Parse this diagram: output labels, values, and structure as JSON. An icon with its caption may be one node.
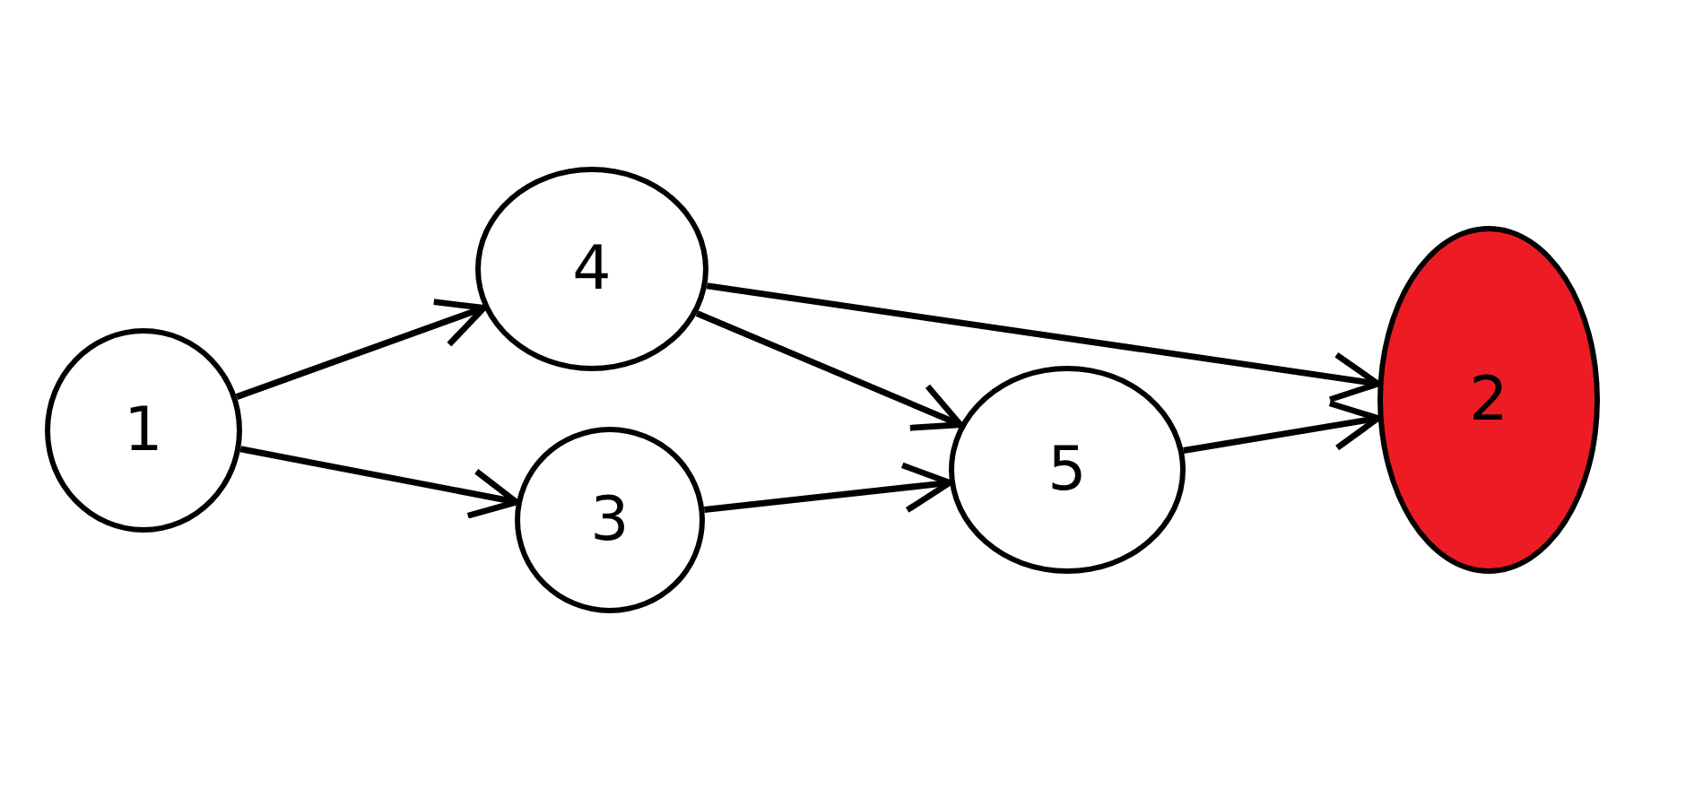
{
  "diagram": {
    "nodes": [
      {
        "text": [
          "1"
        ]
      },
      {
        "text": [
          "4"
        ]
      },
      {
        "text": [
          "3"
        ]
      },
      {
        "text": [
          "5"
        ]
      },
      {
        "text": [
          "2"
        ]
      }
    ],
    "edges": [
      {
        "from": 0,
        "to": 1,
        "arrow": "to"
      },
      {
        "from": 0,
        "to": 2,
        "arrow": "to"
      },
      {
        "from": 1,
        "to": 4,
        "arrow": "to"
      },
      {
        "from": 1,
        "to": 3,
        "arrow": "to"
      },
      {
        "from": 2,
        "to": 3,
        "arrow": "to"
      },
      {
        "from": 3,
        "to": 4,
        "arrow": "to"
      }
    ]
  }
}
